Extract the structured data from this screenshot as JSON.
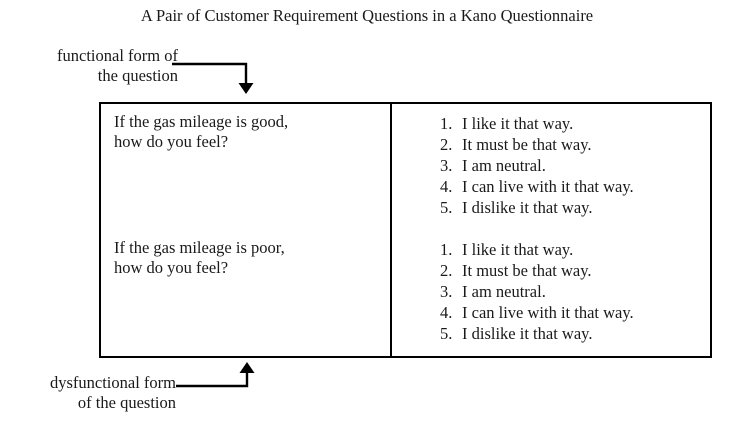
{
  "figure": {
    "title": "A Pair of Customer Requirement Questions in a Kano Questionnaire",
    "colors": {
      "background": "#ffffff",
      "text": "#1a1a1a",
      "rule": "#000000"
    }
  },
  "callouts": {
    "functional": {
      "line1": "functional form of",
      "line2": "the question"
    },
    "dysfunctional": {
      "line1": "dysfunctional form",
      "line2": "of the question"
    }
  },
  "table": {
    "rows": [
      {
        "question": {
          "line1": "If the gas mileage is good,",
          "line2": "how do you feel?"
        },
        "options": [
          {
            "num": "1.",
            "text": "I like it that way."
          },
          {
            "num": "2.",
            "text": "It must be that way."
          },
          {
            "num": "3.",
            "text": "I am neutral."
          },
          {
            "num": "4.",
            "text": "I can live with it that way."
          },
          {
            "num": "5.",
            "text": "I dislike it that way."
          }
        ]
      },
      {
        "question": {
          "line1": "If the gas mileage is poor,",
          "line2": "how do you feel?"
        },
        "options": [
          {
            "num": "1.",
            "text": "I like it that way."
          },
          {
            "num": "2.",
            "text": "It must be that way."
          },
          {
            "num": "3.",
            "text": "I am neutral."
          },
          {
            "num": "4.",
            "text": "I can live with it that way."
          },
          {
            "num": "5.",
            "text": "I dislike it that way."
          }
        ]
      }
    ]
  }
}
